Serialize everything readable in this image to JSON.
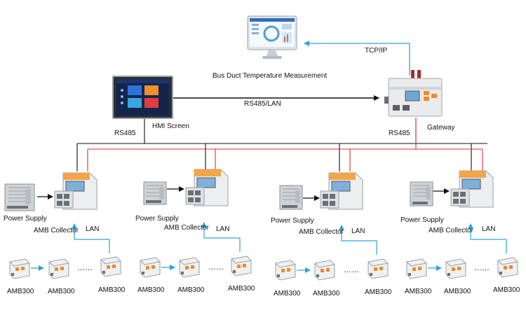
{
  "monitor": {
    "caption": "Bus Duct Temperature Measurement",
    "link": "TCP/IP"
  },
  "hmi": {
    "caption": "HMI Screen",
    "bus": "RS485"
  },
  "gateway": {
    "caption": "Gateway",
    "bus": "RS485"
  },
  "trunk": {
    "label": "RS485/LAN"
  },
  "groups": [
    {
      "power_label": "Power Supply",
      "collector_label": "AMB Collector",
      "lan_label": "LAN",
      "sensors": [
        "AMB300",
        "AMB300",
        "AMB300"
      ],
      "ellipsis": "……"
    },
    {
      "power_label": "Power Supply",
      "collector_label": "AMB Collector",
      "lan_label": "LAN",
      "sensors": [
        "AMB300",
        "AMB300",
        "AMB300"
      ],
      "ellipsis": "……"
    },
    {
      "power_label": "Power Supply",
      "collector_label": "AMB Collector",
      "lan_label": "LAN",
      "sensors": [
        "AMB300",
        "AMB300",
        "AMB300"
      ],
      "ellipsis": "……"
    },
    {
      "power_label": "Power Supply",
      "collector_label": "AMB Collector",
      "lan_label": "LAN",
      "sensors": [
        "AMB300",
        "AMB300",
        "AMB300"
      ],
      "ellipsis": "……"
    }
  ],
  "colors": {
    "rs485_line": "#111111",
    "power_line": "#d9302b",
    "lan_arrow": "#2ea3d8"
  }
}
